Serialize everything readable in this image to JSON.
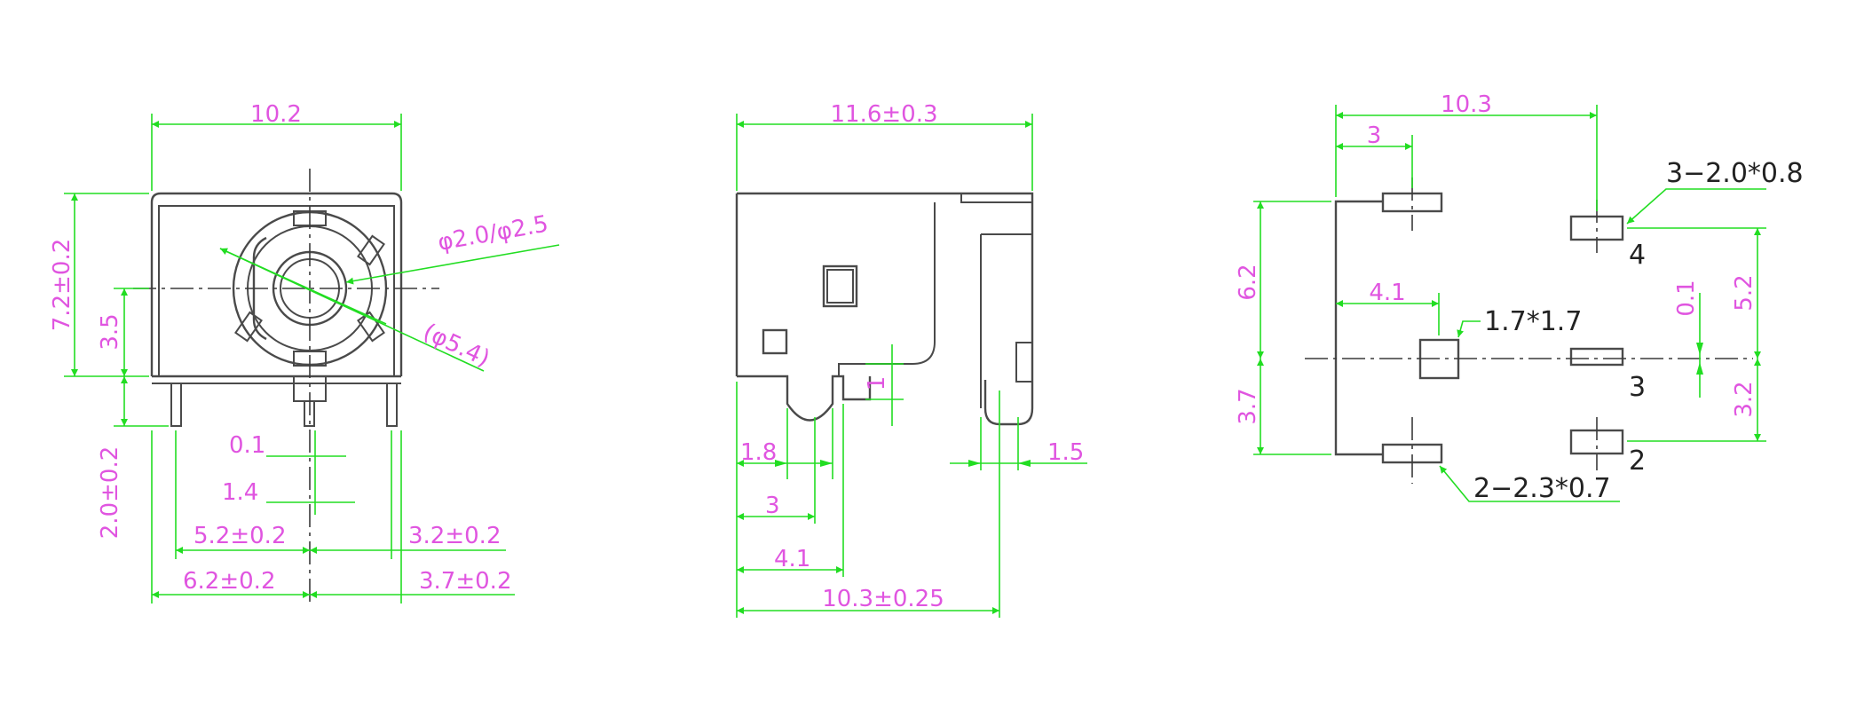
{
  "front_view": {
    "dim_width": "10.2",
    "dim_height": "7.2±0.2",
    "dim_center_height": "3.5",
    "dim_pin_length": "2.0±0.2",
    "dim_hole": "φ2.0/φ2.5",
    "dim_outer_circle": "(φ5.4)",
    "dim_pin_offset_a": "0.1",
    "dim_pin_offset_b": "1.4",
    "dim_left_inner": "5.2±0.2",
    "dim_right_inner": "3.2±0.2",
    "dim_left_outer": "6.2±0.2",
    "dim_right_outer": "3.7±0.2"
  },
  "side_view": {
    "dim_length": "11.6±0.3",
    "dim_1": "1",
    "dim_1_8": "1.8",
    "dim_3": "3",
    "dim_4_1": "4.1",
    "dim_10_3": "10.3±0.25",
    "dim_1_5": "1.5"
  },
  "footprint": {
    "dim_width": "10.3",
    "dim_3": "3",
    "dim_4_1": "4.1",
    "dim_6_2": "6.2",
    "dim_3_7": "3.7",
    "dim_0_1": "0.1",
    "dim_5_2": "5.2",
    "dim_3_2": "3.2",
    "pad_label_top": "3−2.0*0.8",
    "pad_label_center": "1.7*1.7",
    "pad_label_bottom": "2−2.3*0.7",
    "pin_4": "4",
    "pin_3": "3",
    "pin_2": "2"
  }
}
